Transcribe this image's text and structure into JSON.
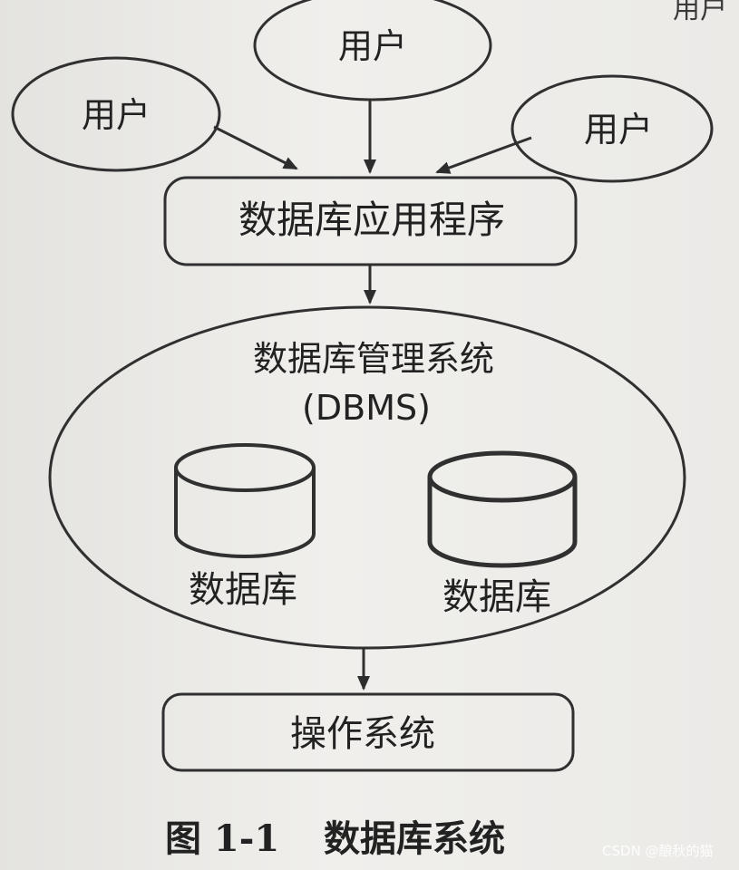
{
  "diagram": {
    "nodes": {
      "user_top": "用户",
      "user_left": "用户",
      "user_right": "用户",
      "app": "数据库应用程序",
      "dbms_line1": "数据库管理系统",
      "dbms_line2": "(DBMS)",
      "db_left": "数据库",
      "db_right": "数据库",
      "os": "操作系统"
    },
    "edges": [
      {
        "from": "user_left",
        "to": "app"
      },
      {
        "from": "user_top",
        "to": "app"
      },
      {
        "from": "user_right",
        "to": "app"
      },
      {
        "from": "app",
        "to": "dbms"
      },
      {
        "from": "dbms",
        "to": "os"
      }
    ],
    "caption": {
      "figure_number": "图 1-1",
      "title": "数据库系统"
    },
    "edge_fragment": "用户",
    "watermark": "CSDN @酿秋的猫"
  }
}
